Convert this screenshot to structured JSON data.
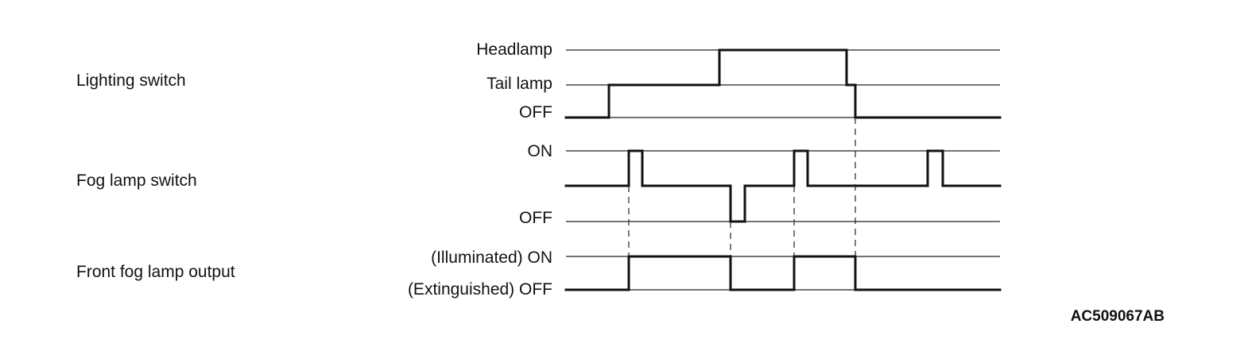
{
  "signals": [
    {
      "name": "Lighting switch",
      "levels": [
        "Headlamp",
        "Tail lamp",
        "OFF"
      ]
    },
    {
      "name": "Fog lamp switch",
      "levels": [
        "ON",
        "",
        "OFF"
      ]
    },
    {
      "name": "Front fog lamp output",
      "levels": [
        "(Illuminated) ON",
        "(Extinguished) OFF"
      ]
    }
  ],
  "figure_code": "AC509067AB"
}
